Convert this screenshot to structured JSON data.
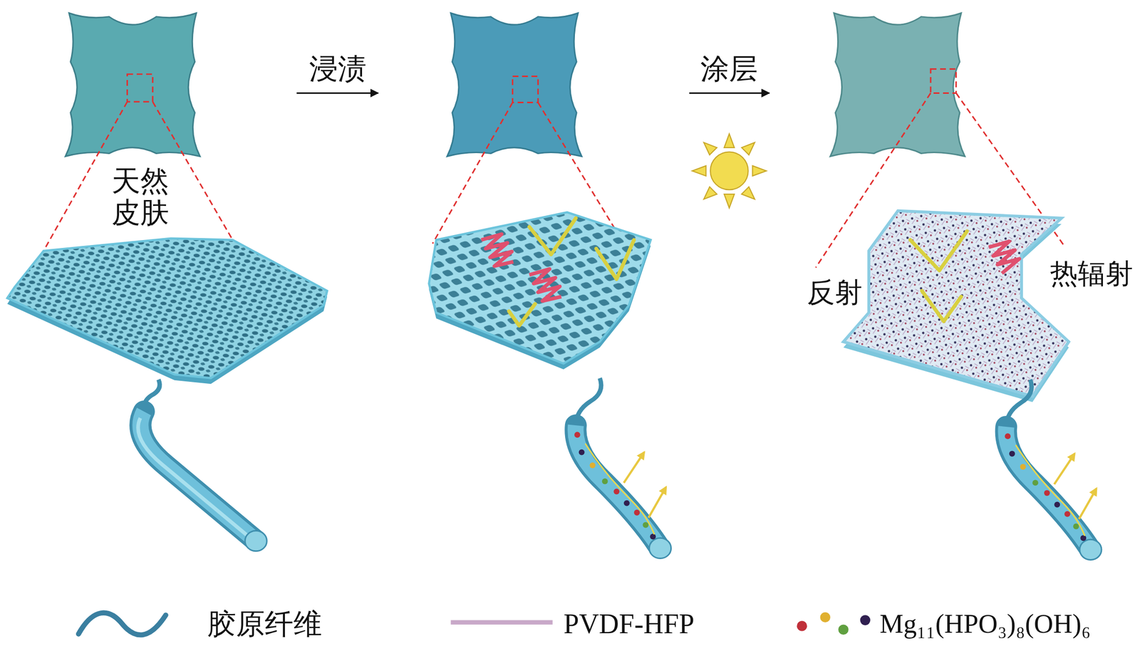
{
  "diagram": {
    "labels": [
      "天然 皮肤",
      "浸渍",
      "涂层",
      "反射",
      "热辐射"
    ],
    "legend": [
      {
        "text": "胶原纤维"
      },
      {
        "text": "PVDF-HFP"
      },
      {
        "text": "Mg₁₁(HPO₃)₈(OH)₆"
      }
    ]
  }
}
